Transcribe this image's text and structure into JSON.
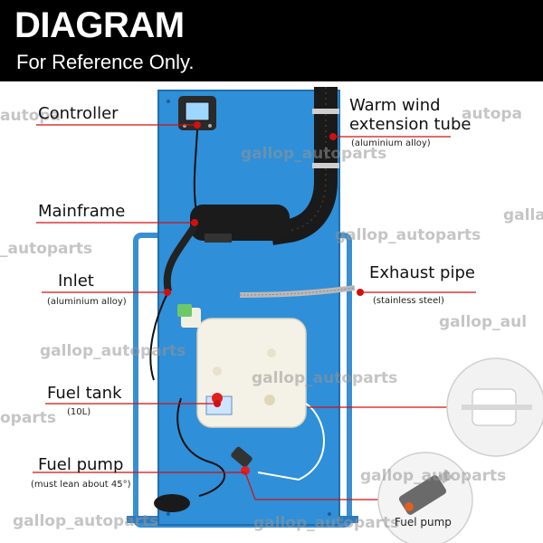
{
  "header": {
    "title": "DIAGRAM",
    "subtitle": "For Reference Only."
  },
  "labels": {
    "controller": "Controller",
    "warm_wind_line1": "Warm wind",
    "warm_wind_line2": "extension tube",
    "warm_wind_sub": "(aluminium alloy)",
    "mainframe": "Mainframe",
    "inlet": "Inlet",
    "inlet_sub": "(aluminium alloy)",
    "exhaust": "Exhaust pipe",
    "exhaust_sub": "(stainless steel)",
    "fuel_tank": "Fuel tank",
    "fuel_tank_sub": "(10L)",
    "fuel_pump": "Fuel pump",
    "fuel_pump_sub": "(must lean about 45°)",
    "fuel_pump_inset": "Fuel pump"
  },
  "watermarks": {
    "short": "gallop_autoparts",
    "partial_1": "autopa",
    "partial_2": "galla",
    "partial_3": "gallop_aul",
    "partial_4": "_autoparts",
    "partial_5": "oparts",
    "partial_6": "gallop_autoparts"
  },
  "colors": {
    "panel_blue": "#2f8fd8",
    "leader_red": "#d01010",
    "header_bg": "#000000"
  }
}
